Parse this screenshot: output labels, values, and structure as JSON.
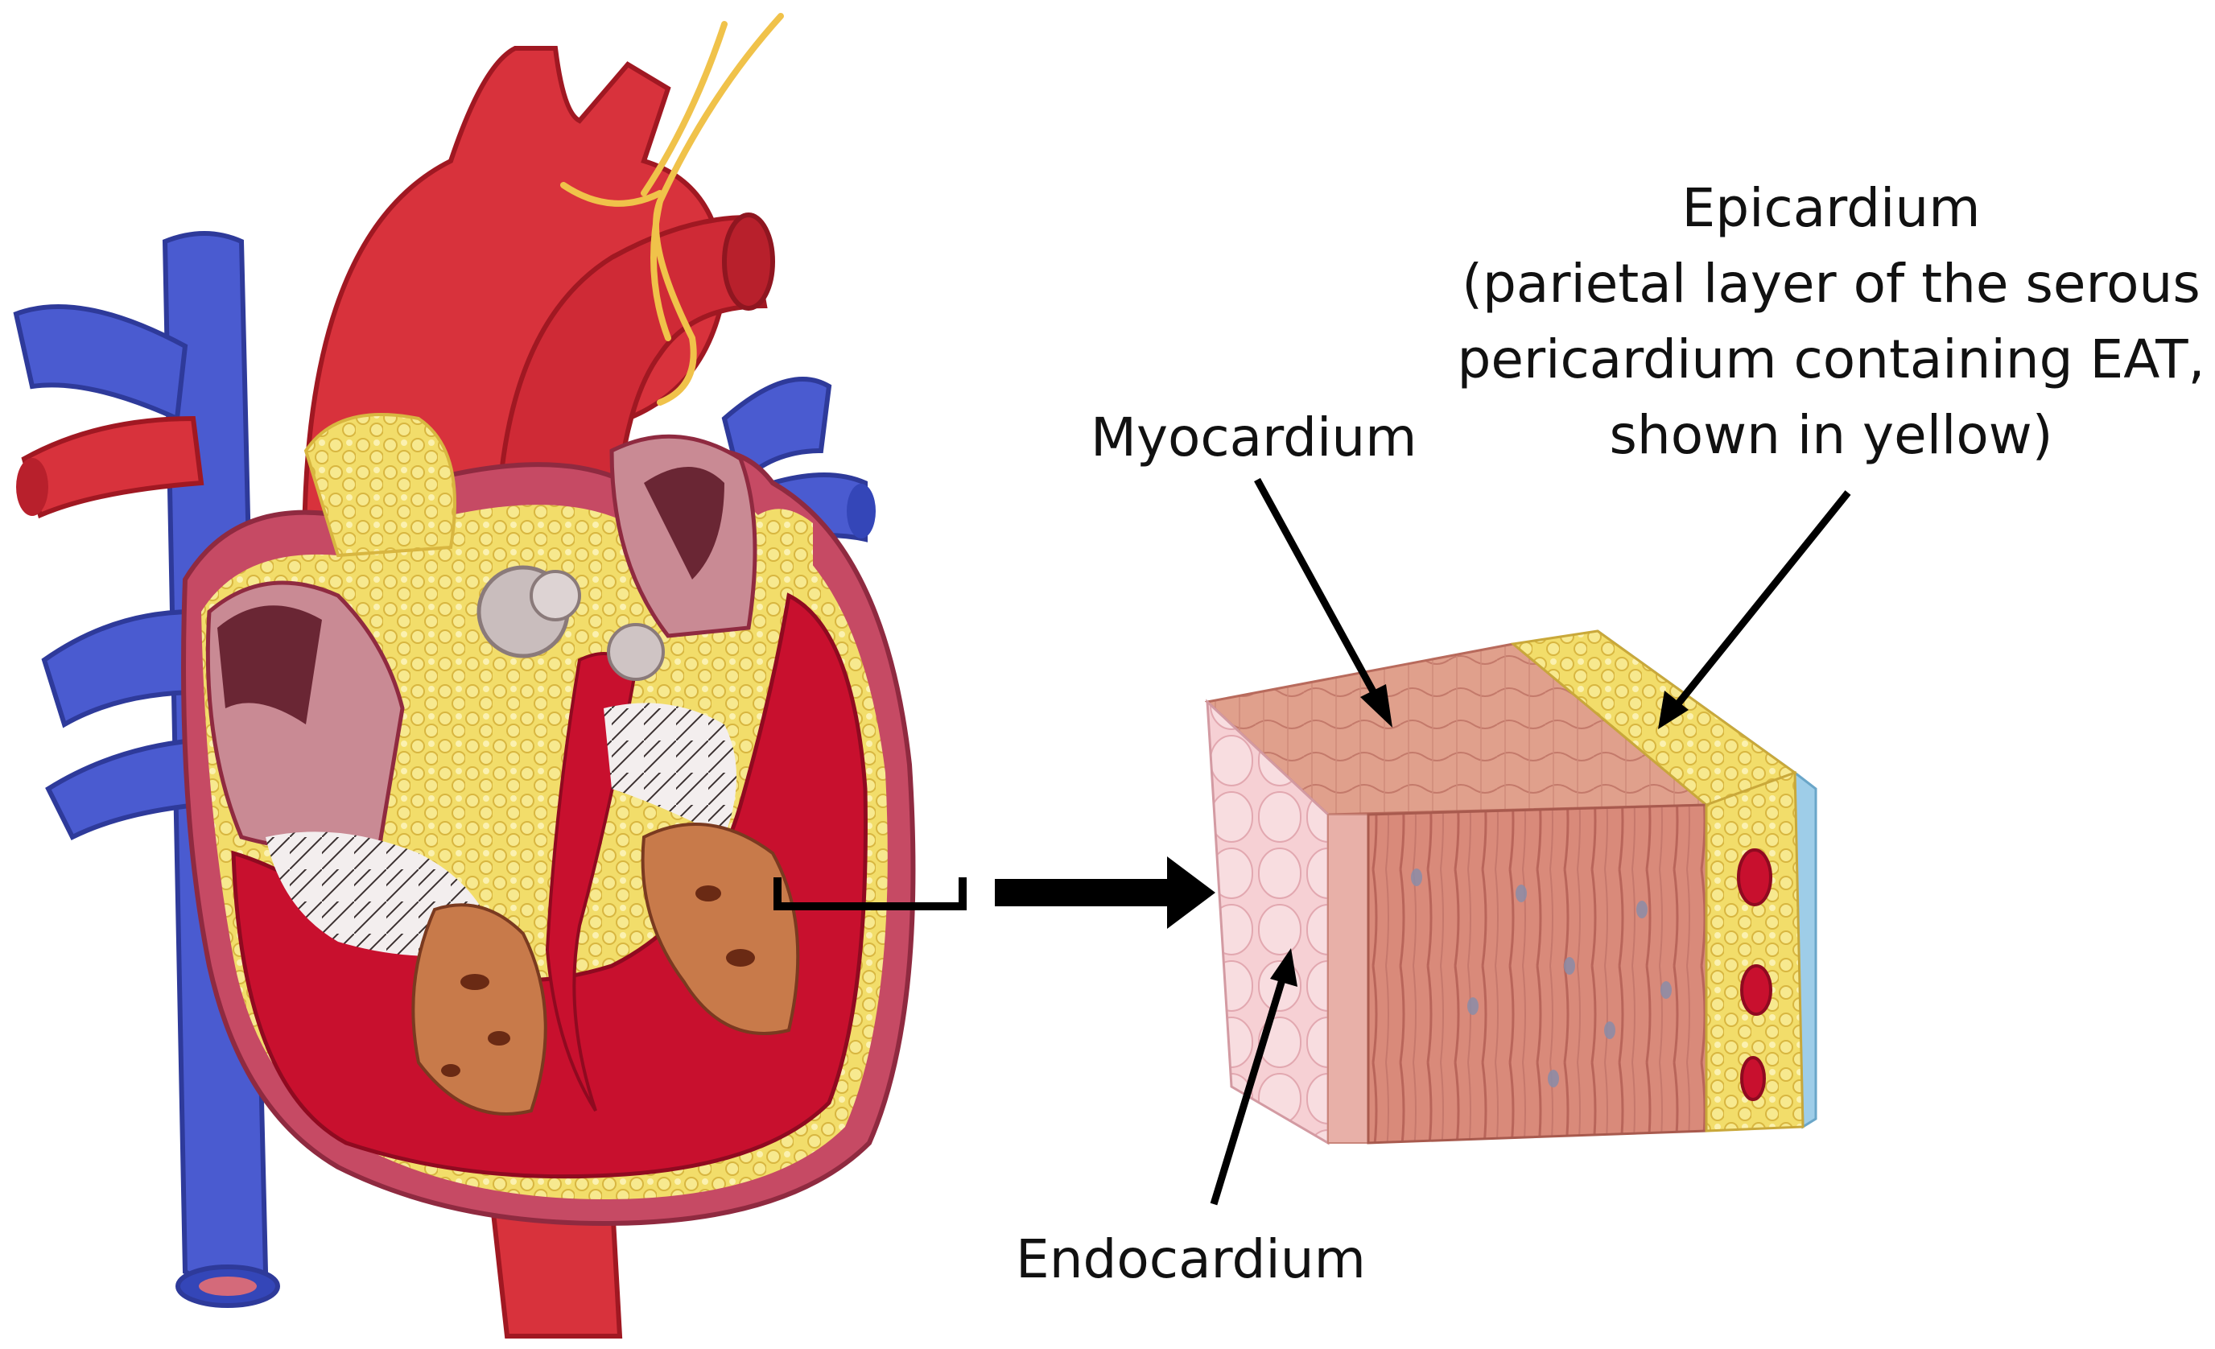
{
  "labels": {
    "epicardium_line1": "Epicardium",
    "epicardium_line2": "(parietal layer of the serous",
    "epicardium_line3": "pericardium containing EAT,",
    "epicardium_line4": "shown in yellow)",
    "myocardium": "Myocardium",
    "endocardium": "Endocardium"
  },
  "colors": {
    "artery_red": "#d8323c",
    "vein_blue": "#4a5bd0",
    "nerve_yellow": "#f0c24a",
    "fat_yellow": "#f2dd6a",
    "chamber_red": "#c8102e",
    "muscle_pink": "#d98a7a",
    "endocardium_pink": "#f3c3c8",
    "serous_blue": "#9ecde8",
    "arrow_black": "#000000"
  }
}
